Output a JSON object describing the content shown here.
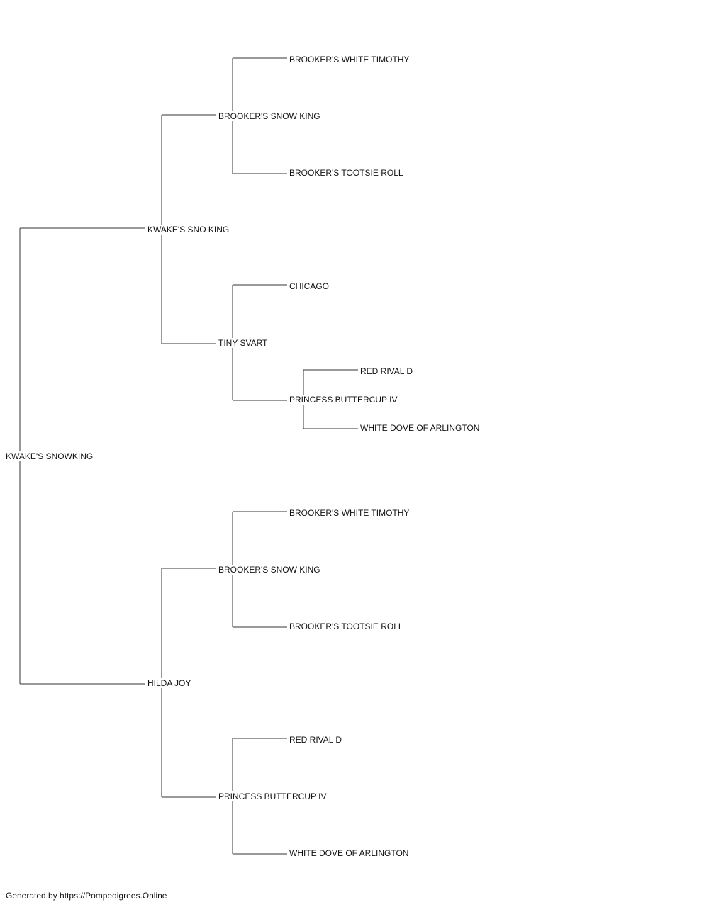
{
  "pedigree": {
    "name": "KWAKE'S SNOWKING",
    "sire": {
      "name": "KWAKE'S SNO KING",
      "sire": {
        "name": "BROOKER'S SNOW KING",
        "sire": {
          "name": "BROOKER'S WHITE TIMOTHY"
        },
        "dam": {
          "name": "BROOKER'S TOOTSIE ROLL"
        }
      },
      "dam": {
        "name": "TINY SVART",
        "sire": {
          "name": "CHICAGO"
        },
        "dam": {
          "name": "PRINCESS BUTTERCUP IV",
          "sire": {
            "name": "RED RIVAL D"
          },
          "dam": {
            "name": "WHITE DOVE OF ARLINGTON"
          }
        }
      }
    },
    "dam": {
      "name": "HILDA JOY",
      "sire": {
        "name": "BROOKER'S SNOW KING",
        "sire": {
          "name": "BROOKER'S WHITE TIMOTHY"
        },
        "dam": {
          "name": "BROOKER'S TOOTSIE ROLL"
        }
      },
      "dam": {
        "name": "PRINCESS BUTTERCUP IV",
        "sire": {
          "name": "RED RIVAL D"
        },
        "dam": {
          "name": "WHITE DOVE OF ARLINGTON"
        }
      }
    }
  },
  "footer": "Generated by https://Pompedigrees.Online"
}
